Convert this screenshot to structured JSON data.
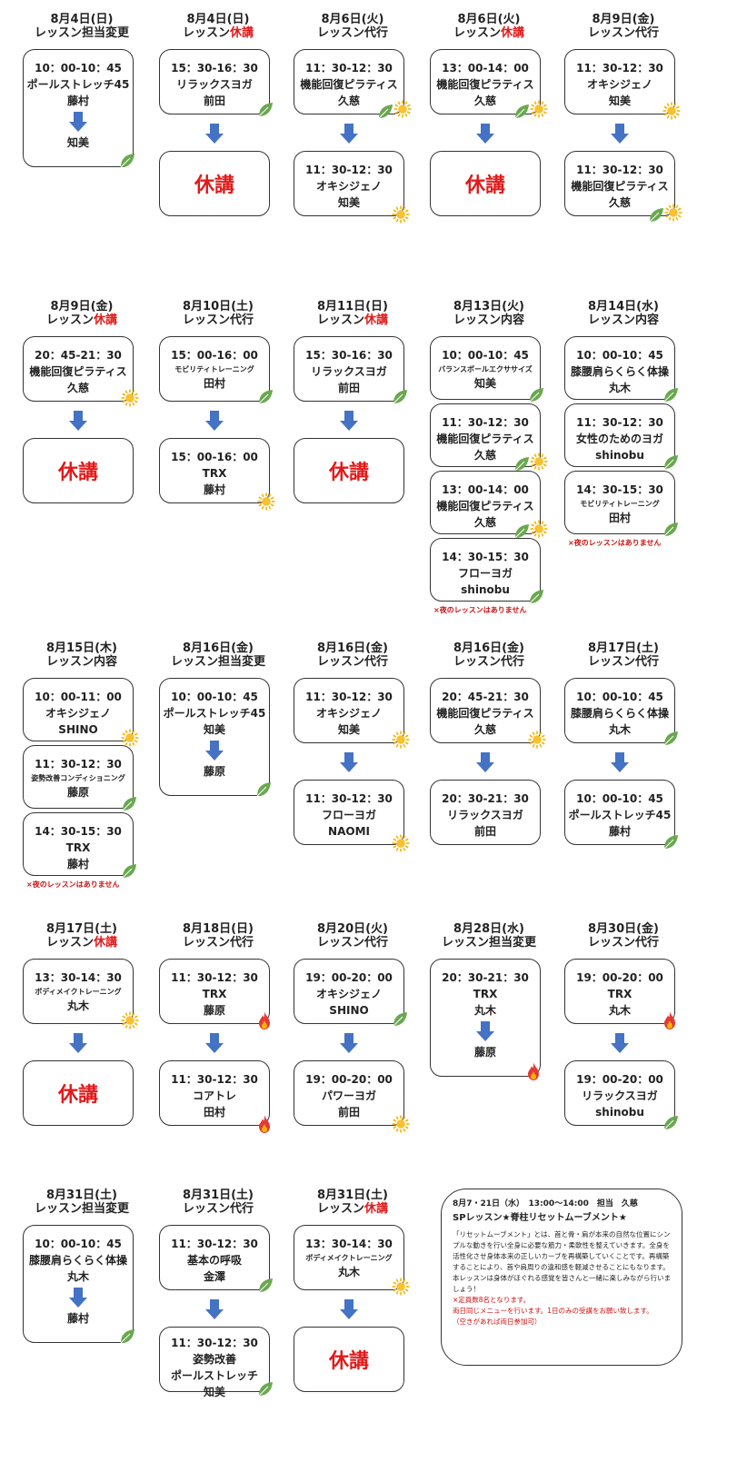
{
  "schedule": [
    {
      "date": "8月4日(日)",
      "kind_pre": "レッスン担当変更",
      "kind_red": "",
      "box": [
        "10：00-10：45",
        "ポールストレッチ45",
        "藤村"
      ],
      "arrow_inside": true,
      "after": [
        "知美"
      ],
      "icon": "leaf-icon"
    },
    {
      "date": "8月4日(日)",
      "kind_pre": "レッスン",
      "kind_red": "休講",
      "box": [
        "15：30-16：30",
        "リラックスヨガ",
        "前田"
      ],
      "icon": "leaf-icon",
      "cancel": "休講"
    },
    {
      "date": "8月6日(火)",
      "kind_pre": "レッスン代行",
      "kind_red": "",
      "box": [
        "11：30-12：30",
        "機能回復ピラティス",
        "久慈"
      ],
      "icon": "leaf-sun-icon",
      "to": [
        "11：30-12：30",
        "オキシジェノ",
        "知美"
      ],
      "to_icon": "sun-icon"
    },
    {
      "date": "8月6日(火)",
      "kind_pre": "レッスン",
      "kind_red": "休講",
      "box": [
        "13：00-14：00",
        "機能回復ピラティス",
        "久慈"
      ],
      "icon": "leaf-sun-icon",
      "cancel": "休講"
    },
    {
      "date": "8月9日(金)",
      "kind_pre": "レッスン代行",
      "kind_red": "",
      "box": [
        "11：30-12：30",
        "オキシジェノ",
        "知美"
      ],
      "icon": "sun-icon",
      "to": [
        "11：30-12：30",
        "機能回復ピラティス",
        "久慈"
      ],
      "to_icon": "leaf-sun-icon"
    }
  ],
  "row2": [
    {
      "date": "8月9日(金)",
      "kind_pre": "レッスン",
      "kind_red": "休講",
      "box": [
        "20：45-21：30",
        "機能回復ピラティス",
        "久慈"
      ],
      "icon": "sun-icon",
      "cancel": "休講"
    },
    {
      "date": "8月10日(土)",
      "kind_pre": "レッスン代行",
      "kind_red": "",
      "box": [
        "15：00-16：00",
        "モビリティトレーニング",
        "田村"
      ],
      "icon": "leaf-icon",
      "to": [
        "15：00-16：00",
        "TRX",
        "藤村"
      ],
      "to_icon": "sun-icon"
    },
    {
      "date": "8月11日(日)",
      "kind_pre": "レッスン",
      "kind_red": "休講",
      "box": [
        "15：30-16：30",
        "リラックスヨガ",
        "前田"
      ],
      "icon": "leaf-icon",
      "cancel": "休講"
    },
    {
      "date": "8月13日(火)",
      "kind_pre": "レッスン内容",
      "kind_red": "",
      "boxes": [
        [
          "10：00-10：45",
          "バランスボールエクササイズ",
          "知美"
        ],
        [
          "11：30-12：30",
          "機能回復ピラティス",
          "久慈"
        ],
        [
          "13：00-14：00",
          "機能回復ピラティス",
          "久慈"
        ],
        [
          "14：30-15：30",
          "フローヨガ",
          "shinobu"
        ]
      ],
      "note": "×夜のレッスンはありません"
    },
    {
      "date": "8月14日(水)",
      "kind_pre": "レッスン内容",
      "kind_red": "",
      "boxes": [
        [
          "10：00-10：45",
          "膝腰肩らくらく体操",
          "丸木"
        ],
        [
          "11：30-12：30",
          "女性のためのヨガ",
          "shinobu"
        ],
        [
          "14：30-15：30",
          "モビリティトレーニング",
          "田村"
        ]
      ],
      "note": "×夜のレッスンはありません"
    }
  ],
  "row3": [
    {
      "date": "8月15日(木)",
      "kind_pre": "レッスン内容",
      "kind_red": "",
      "boxes": [
        [
          "10：00-11：00",
          "オキシジェノ",
          "SHINO"
        ],
        [
          "11：30-12：30",
          "姿勢改善コンディショニング",
          "藤原"
        ],
        [
          "14：30-15：30",
          "TRX",
          "藤村"
        ]
      ],
      "note": "×夜のレッスンはありません"
    },
    {
      "date": "8月16日(金)",
      "kind_pre": "レッスン担当変更",
      "kind_red": "",
      "box": [
        "10：00-10：45",
        "ポールストレッチ45",
        "知美"
      ],
      "after": [
        "藤原"
      ]
    },
    {
      "date": "8月16日(金)",
      "kind_pre": "レッスン代行",
      "kind_red": "",
      "box": [
        "11：30-12：30",
        "オキシジェノ",
        "知美"
      ],
      "to": [
        "11：30-12：30",
        "フローヨガ",
        "NAOMI"
      ]
    },
    {
      "date": "8月16日(金)",
      "kind_pre": "レッスン代行",
      "kind_red": "",
      "box": [
        "20：45-21：30",
        "機能回復ピラティス",
        "久慈"
      ],
      "to": [
        "20：30-21：30",
        "リラックスヨガ",
        "前田"
      ]
    },
    {
      "date": "8月17日(土)",
      "kind_pre": "レッスン代行",
      "kind_red": "",
      "box": [
        "10：00-10：45",
        "膝腰肩らくらく体操",
        "丸木"
      ],
      "to": [
        "10：00-10：45",
        "ポールストレッチ45",
        "藤村"
      ]
    }
  ],
  "row4": [
    {
      "date": "8月17日(土)",
      "kind_pre": "レッスン",
      "kind_red": "休講",
      "box": [
        "13：30-14：30",
        "ボディメイクトレーニング",
        "丸木"
      ],
      "cancel": "休講"
    },
    {
      "date": "8月18日(日)",
      "kind_pre": "レッスン代行",
      "kind_red": "",
      "box": [
        "11：30-12：30",
        "TRX",
        "藤原"
      ],
      "to": [
        "11：30-12：30",
        "コアトレ",
        "田村"
      ]
    },
    {
      "date": "8月20日(火)",
      "kind_pre": "レッスン代行",
      "kind_red": "",
      "box": [
        "19：00-20：00",
        "オキシジェノ",
        "SHINO"
      ],
      "to": [
        "19：00-20：00",
        "パワーヨガ",
        "前田"
      ]
    },
    {
      "date": "8月28日(水)",
      "kind_pre": "レッスン担当変更",
      "kind_red": "",
      "box": [
        "20：30-21：30",
        "TRX",
        "丸木"
      ],
      "after": [
        "藤原"
      ]
    },
    {
      "date": "8月30日(金)",
      "kind_pre": "レッスン代行",
      "kind_red": "",
      "box": [
        "19：00-20：00",
        "TRX",
        "丸木"
      ],
      "to": [
        "19：00-20：00",
        "リラックスヨガ",
        "shinobu"
      ]
    }
  ],
  "row5": [
    {
      "date": "8月31日(土)",
      "kind_pre": "レッスン担当変更",
      "kind_red": "",
      "box": [
        "10：00-10：45",
        "膝腰肩らくらく体操",
        "丸木"
      ],
      "after": [
        "藤村"
      ]
    },
    {
      "date": "8月31日(土)",
      "kind_pre": "レッスン代行",
      "kind_red": "",
      "box": [
        "11：30-12：30",
        "基本の呼吸",
        "金澤"
      ],
      "to": [
        "11：30-12：30",
        "姿勢改善",
        "ポールストレッチ",
        "知美"
      ]
    },
    {
      "date": "8月31日(土)",
      "kind_pre": "レッスン",
      "kind_red": "休講",
      "box": [
        "13：30-14：30",
        "ボディメイクトレーニング",
        "丸木"
      ],
      "cancel": "休講"
    }
  ],
  "sp": {
    "line1": "8月7・21日（水）　13:00～14:00　担当　久慈",
    "line2": "SPレッスン★脊柱リセットムーブメント★",
    "body": "「リセットムーブメント」とは、首と骨・肩が本来の自然な位置にシンプルな動きを行い全身に必要な筋力・柔軟性を整えていきます。全身を活性化させ身体本来の正しいカーブを再構築していくことです。再構築することにより、首や肩周りの違和感を軽減させることにもなります。本レッスンは身体がほぐれる感覚を皆さんと一緒に楽しみながら行いましょう！",
    "note1": "×定員数8名となります。",
    "note2": "両日同じメニューを行います。1日のみの受講をお願い致します。",
    "note3": "（空きがあれば両日参加可）"
  }
}
